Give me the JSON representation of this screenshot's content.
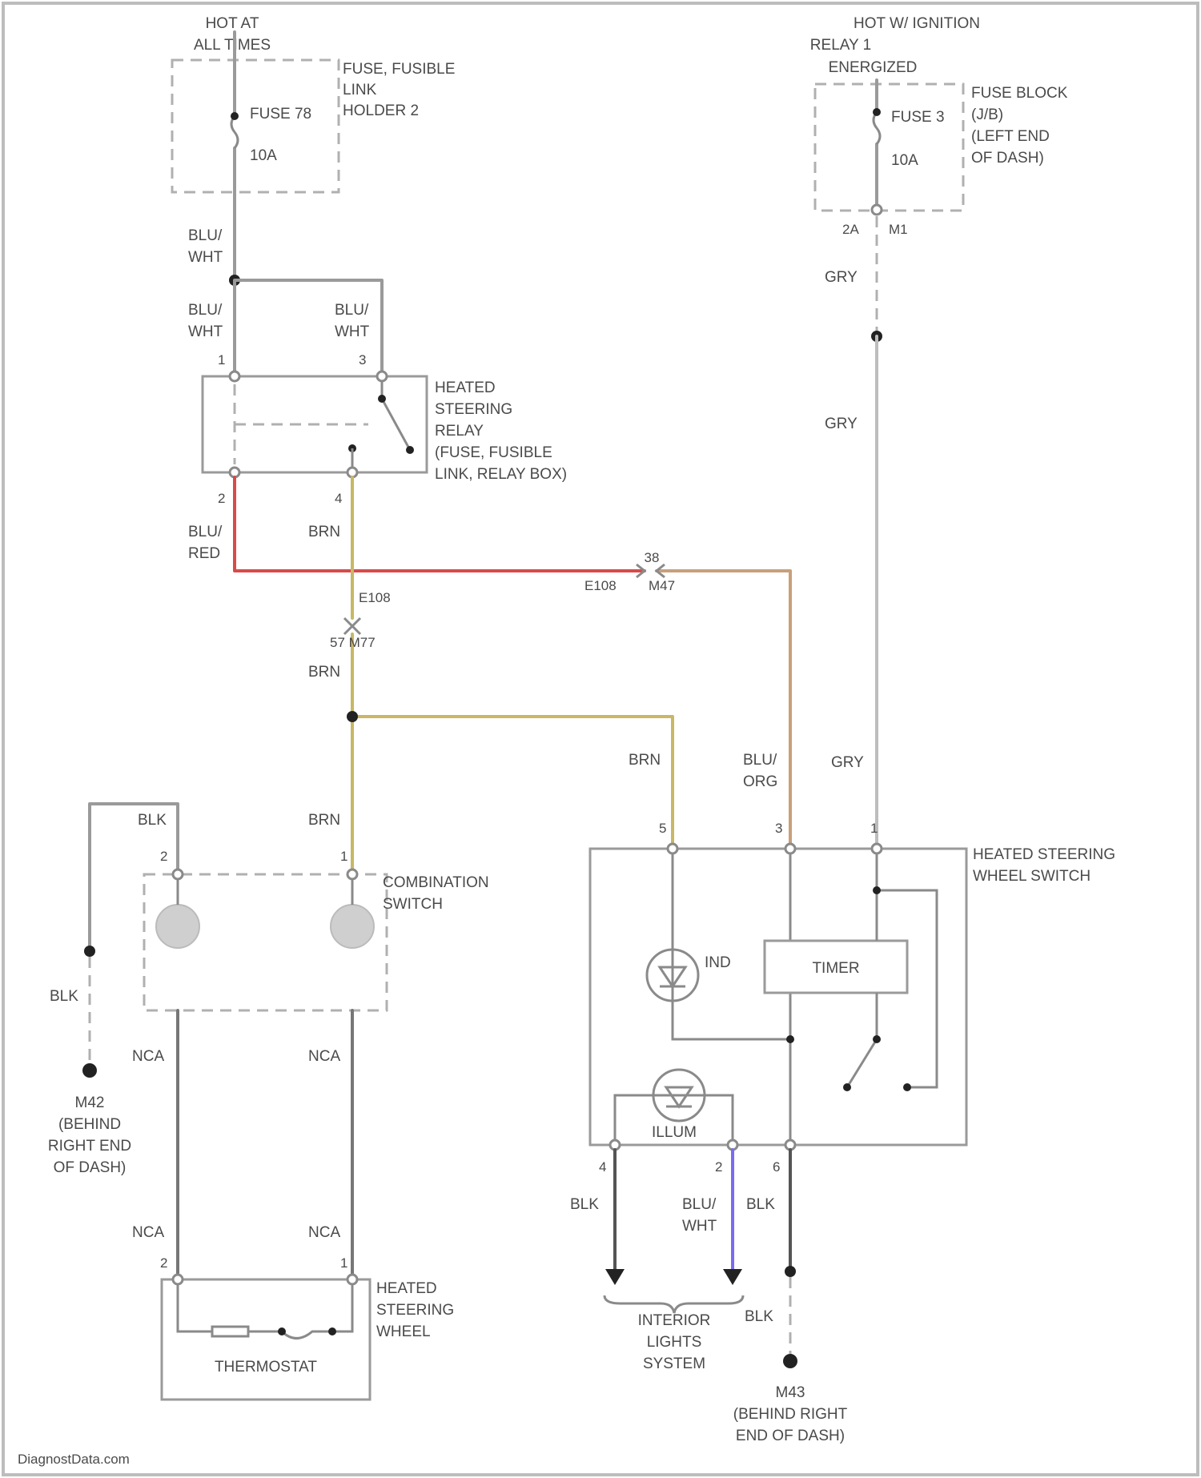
{
  "colors": {
    "gray": "#9a9a9a",
    "red": "#d84a4a",
    "yellow": "#c9b765",
    "tan": "#c8a07a",
    "blue": "#7a6cf0",
    "dark": "#555555"
  },
  "power": {
    "left": [
      "HOT AT",
      "ALL TIMES"
    ],
    "right": [
      "HOT W/ IGNITION",
      "RELAY 1",
      "ENERGIZED"
    ]
  },
  "fuse78": {
    "holder": [
      "FUSE, FUSIBLE",
      "LINK",
      "HOLDER 2"
    ],
    "name": "FUSE 78",
    "rating": "10A"
  },
  "fuse3": {
    "block": [
      "FUSE BLOCK",
      "(J/B)",
      "(LEFT END",
      "OF DASH)"
    ],
    "name": "FUSE 3",
    "rating": "10A",
    "pins": [
      "2A",
      "M1"
    ]
  },
  "wires": {
    "blu_wht": [
      "BLU/",
      "WHT"
    ],
    "blu_red": [
      "BLU/",
      "RED"
    ],
    "blu_org": [
      "BLU/",
      "ORG"
    ],
    "brn": "BRN",
    "gry": "GRY",
    "blk": "BLK",
    "nca": "NCA"
  },
  "relay": {
    "label": [
      "HEATED",
      "STEERING",
      "RELAY",
      "(FUSE, FUSIBLE",
      "LINK, RELAY BOX)"
    ],
    "pins": [
      "1",
      "3",
      "2",
      "4"
    ]
  },
  "connectors": {
    "e108_left": "E108",
    "e108_right": "E108",
    "pin38": "38",
    "m47_right": "M47",
    "m47_left": "57 M77"
  },
  "combination_switch": {
    "label": [
      "COMBINATION",
      "SWITCH"
    ],
    "pins": [
      "2",
      "1"
    ]
  },
  "heated_wheel": {
    "label": [
      "HEATED",
      "STEERING",
      "WHEEL"
    ],
    "thermostat": "THERMOSTAT",
    "pins": [
      "2",
      "1"
    ]
  },
  "switch": {
    "label": [
      "HEATED STEERING",
      "WHEEL SWITCH"
    ],
    "ind": "IND",
    "timer": "TIMER",
    "illum": "ILLUM",
    "top_pins": [
      "5",
      "3",
      "1"
    ],
    "bottom_pins": [
      "4",
      "2",
      "6"
    ]
  },
  "grounds": {
    "left": [
      "M42",
      "(BEHIND",
      "RIGHT END",
      "OF DASH)"
    ],
    "right": [
      "M43",
      "(BEHIND RIGHT",
      "END OF DASH)"
    ]
  },
  "interior": [
    "INTERIOR",
    "LIGHTS",
    "SYSTEM"
  ],
  "watermark": "DiagnostData.com"
}
